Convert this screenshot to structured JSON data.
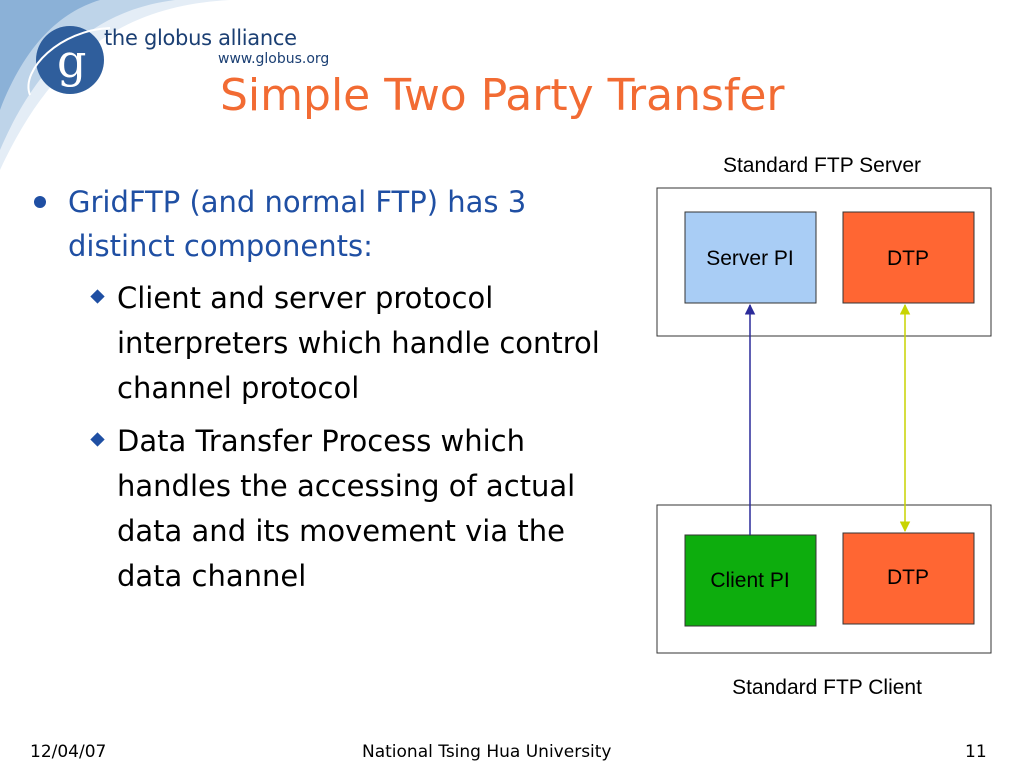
{
  "header": {
    "logo_wordmark": "the globus alliance",
    "logo_url": "www.globus.org",
    "logo_letter": "g"
  },
  "title": "Simple Two Party Transfer",
  "bullets": {
    "main": "GridFTP (and normal FTP) has 3 distinct components:",
    "sub": [
      "Client and server protocol interpreters which handle control channel protocol",
      "Data Transfer Process which handles the accessing of actual data and its movement via the data channel"
    ]
  },
  "diagram": {
    "server_group_label": "Standard FTP Server",
    "client_group_label": "Standard FTP Client",
    "server_pi": "Server PI",
    "server_dtp": "DTP",
    "client_pi": "Client PI",
    "client_dtp": "DTP",
    "colors": {
      "server_pi_fill": "#a9cdf5",
      "dtp_fill": "#ff6633",
      "client_pi_fill": "#0dad0d",
      "control_link": "#2b2b9a",
      "data_link": "#c8d400"
    }
  },
  "footer": {
    "date": "12/04/07",
    "institution": "National Tsing Hua University",
    "page_number": "11"
  }
}
